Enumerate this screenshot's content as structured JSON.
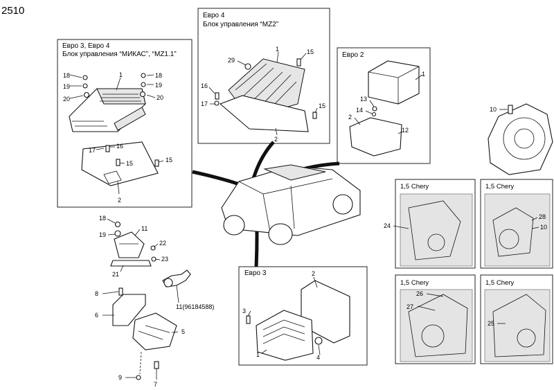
{
  "page_code": "2510",
  "sections": {
    "mikas": {
      "title_1": "Евро 3, Евро 4",
      "title_2": "Блок управления “МИКАС”, “MZ1.1”",
      "callouts": [
        "18",
        "19",
        "20",
        "1",
        "18",
        "19",
        "20",
        "17",
        "16",
        "15",
        "15",
        "2"
      ]
    },
    "mz2": {
      "title_1": "Евро 4",
      "title_2": "Блок управления  “MZ2”",
      "callouts": [
        "29",
        "1",
        "15",
        "16",
        "17",
        "15",
        "2"
      ]
    },
    "euro2": {
      "title": "Евро 2",
      "callouts": [
        "1",
        "13",
        "14",
        "2",
        "12"
      ]
    },
    "euro3": {
      "title": "Евро 3",
      "callouts": [
        "2",
        "3",
        "1",
        "4"
      ]
    },
    "chery_a": {
      "title": "1,5 Chery",
      "callouts": [
        "24"
      ]
    },
    "chery_b": {
      "title": "1,5 Chery",
      "callouts": [
        "28",
        "10"
      ]
    },
    "chery_c": {
      "title": "1,5 Chery",
      "callouts": [
        "26",
        "27"
      ]
    },
    "chery_d": {
      "title": "1,5 Chery",
      "callouts": [
        "25"
      ]
    }
  },
  "loose_callouts": {
    "transmission": [
      "10"
    ],
    "sensor_group": [
      "18",
      "19",
      "11",
      "22",
      "23",
      "21",
      "11(96184588)"
    ],
    "bracket_group": [
      "8",
      "6",
      "5",
      "9",
      "7"
    ]
  }
}
